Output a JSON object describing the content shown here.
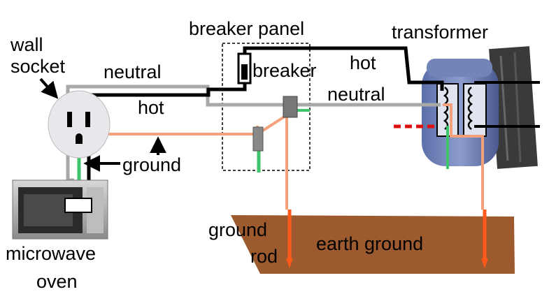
{
  "labels": {
    "wall_socket_line1": "wall",
    "wall_socket_line2": "socket",
    "neutral_left": "neutral",
    "hot_left": "hot",
    "ground_left": "ground",
    "microwave_line1": "microwave",
    "microwave_line2": "oven",
    "breaker_panel": "breaker panel",
    "breaker": "breaker",
    "hot_right": "hot",
    "neutral_right": "neutral",
    "transformer": "transformer",
    "ground_rod_line1": "ground",
    "ground_rod_line2": "rod",
    "earth_ground": "earth ground"
  },
  "colors": {
    "hot": "#000000",
    "neutral": "#a8a8a8",
    "ground": "#f4a07a",
    "ground_green": "#3ec46d",
    "earth": "#9c5a2e",
    "red_dash": "#e01010",
    "rod": "#ff5a1a"
  },
  "icons": {
    "wall_socket": "wall-socket-icon",
    "microwave": "microwave-oven-icon",
    "transformer": "transformer-icon",
    "breaker": "breaker-switch-icon"
  }
}
